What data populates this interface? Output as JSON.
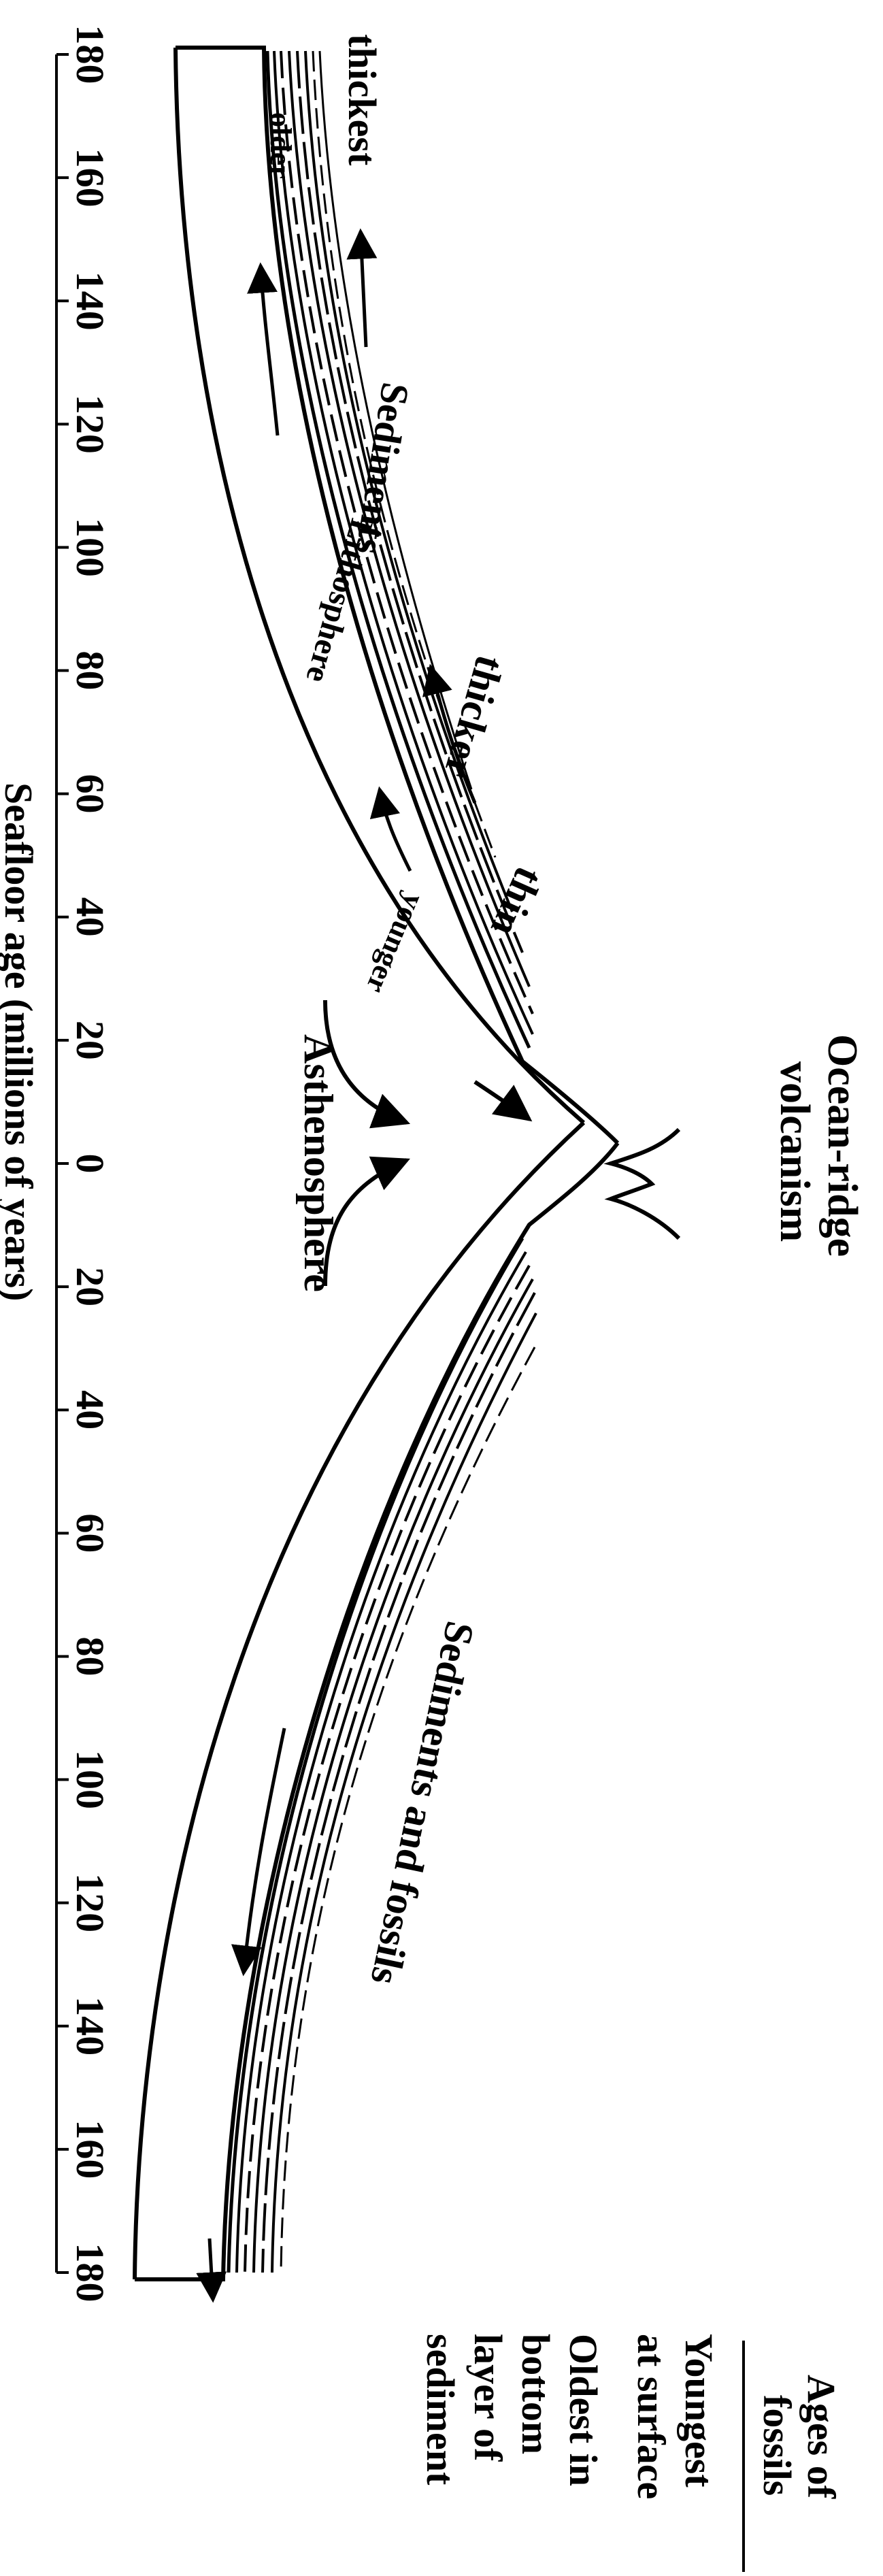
{
  "axis": {
    "title": "Seafloor age (millions of years)",
    "ticks_left": [
      "180",
      "160",
      "140",
      "120",
      "100",
      "80",
      "60",
      "40",
      "20",
      "0"
    ],
    "ticks_right": [
      "20",
      "40",
      "60",
      "80",
      "100",
      "120",
      "140",
      "160",
      "180"
    ]
  },
  "labels": {
    "ridge": [
      "Ocean-ridge",
      "volcanism"
    ],
    "asthenosphere": "Asthenosphere",
    "lithosphere": "Lithosphere",
    "younger": "younger",
    "older": "older",
    "thickest": "thickest",
    "sediments": "Sediments",
    "thicker": "thicker",
    "thin": "thin",
    "sediments_fossils": "Sediments and fossils"
  },
  "legend": {
    "heading": [
      "Ages of",
      "fossils"
    ],
    "youngest": [
      "Youngest",
      "at surface"
    ],
    "oldest": [
      "Oldest in",
      "bottom",
      "layer of",
      "sediment"
    ]
  },
  "colors": {
    "ink": "#000000",
    "background": "#ffffff"
  }
}
